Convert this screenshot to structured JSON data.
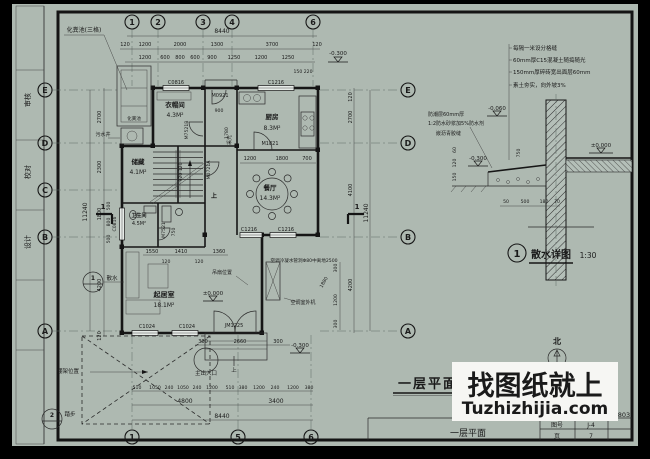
{
  "colors": {
    "sheet": "#aeb9b1",
    "ink": "#161616",
    "wm_bg": "#f6f6f3",
    "wm_text": "#3c3c3c",
    "wm_link": "#1c1cb0"
  },
  "frame": {
    "side_labels": [
      "审核",
      "校对",
      "设计"
    ]
  },
  "watermark": {
    "line1": "找图纸就上",
    "line2": "Tuzhizhijia.com"
  },
  "north": {
    "label": "北"
  },
  "plan_title": {
    "text": "一层平面"
  },
  "titleblock": {
    "name": "一层平面",
    "no_label": "图号",
    "no_value": "J-4",
    "page_label": "页",
    "page_value": "7",
    "serial": "803"
  },
  "grid": {
    "top": [
      "1",
      "2",
      "3",
      "4",
      "6"
    ],
    "bottom": [
      "1",
      "5",
      "6"
    ],
    "left": [
      "E",
      "D",
      "C",
      "B",
      "A"
    ],
    "right": [
      "E",
      "D",
      "B",
      "A"
    ]
  },
  "dims": {
    "top_total": "8440",
    "top_row1": [
      "120",
      "1200",
      "2000",
      "1300",
      "3700",
      "120"
    ],
    "top_row2": [
      "1200",
      "600",
      "800",
      "600",
      "900",
      "1250",
      "1200",
      "1250"
    ],
    "top_small": "150 220",
    "left_total": "11240",
    "left_chain": [
      "2700",
      "2300",
      "1800",
      "4200",
      "120"
    ],
    "right_total": "11240",
    "right_chain": [
      "120",
      "2700",
      "4100",
      "4200"
    ],
    "window_left": [
      "500",
      "800",
      "500"
    ],
    "kitchen_row": [
      "1200",
      "1800",
      "700"
    ],
    "living_row": [
      "1550",
      "1410",
      "1360"
    ],
    "living_row2": [
      "120",
      "120"
    ],
    "entrance_row": [
      "300",
      "2660",
      "300"
    ],
    "right_lower": [
      "300",
      "1200",
      "300"
    ],
    "diag": "1880",
    "stair": "900",
    "stair2": "1780",
    "wall": "920 120",
    "bath": "750",
    "bottom_row1": [
      "510",
      "1050",
      "240",
      "1050",
      "240",
      "1200",
      "510",
      "380",
      "1200",
      "240",
      "1200",
      "380"
    ],
    "bottom_row2": [
      "4800",
      "3400"
    ],
    "bottom_total": "8440"
  },
  "levels": {
    "zero": "±0.000",
    "minus300": "-0.300",
    "minus060": "-0.060"
  },
  "rooms": [
    {
      "name": "衣帽间",
      "area": "4.3M²"
    },
    {
      "name": "厨房",
      "area": "8.3M²"
    },
    {
      "name": "餐厅",
      "area": "14.3M²"
    },
    {
      "name": "储藏",
      "area": "4.1M²"
    },
    {
      "name": "卫生间",
      "area": "4.5M²"
    },
    {
      "name": "起居室",
      "area": "18.1M²"
    }
  ],
  "openings": {
    "c0816": "C0816",
    "c1216": "C1216",
    "c1024": "C1024",
    "m0921": "M0921",
    "m1821": "M1821",
    "m7521b": "M7521B",
    "m7521": "M7521",
    "m0721a": "M0721A",
    "jm1225": "JM1225"
  },
  "notes": {
    "septic_leader": "化粪池(三格)",
    "septic": "化粪池",
    "sewage_well": "污水井",
    "daylight": "采光",
    "fan": "吊扇位置",
    "ac_unit": "空调室外机",
    "ac_pipe": "空调冷凝水管洞Φ80中离地2500",
    "main_entrance": "主出入口",
    "canopy": "棚架位置",
    "steps": "踏步",
    "up": "上",
    "apron": "散水",
    "section_no": "1",
    "callout2": "2"
  },
  "detail": {
    "callout_no": "1",
    "title": "散水详图",
    "scale": "1:30",
    "notes": [
      "每隔一米设分格缝",
      "60mm厚C15混凝土随捣随光",
      "150mm厚碎砖宽出面层60mm",
      "素土夯实，向外坡3%"
    ],
    "left_notes": [
      "防潮层60mm厚",
      "1:2防水砂浆加5%防水剂",
      "嵌沥青胶缝"
    ],
    "level_top": "-0.060",
    "level_zero": "±0.000",
    "level_low": "-0.300",
    "dim_v": "750",
    "dim_row": [
      "50",
      "500",
      "180",
      "70"
    ],
    "side_dims": [
      "60",
      "120",
      "150"
    ]
  }
}
